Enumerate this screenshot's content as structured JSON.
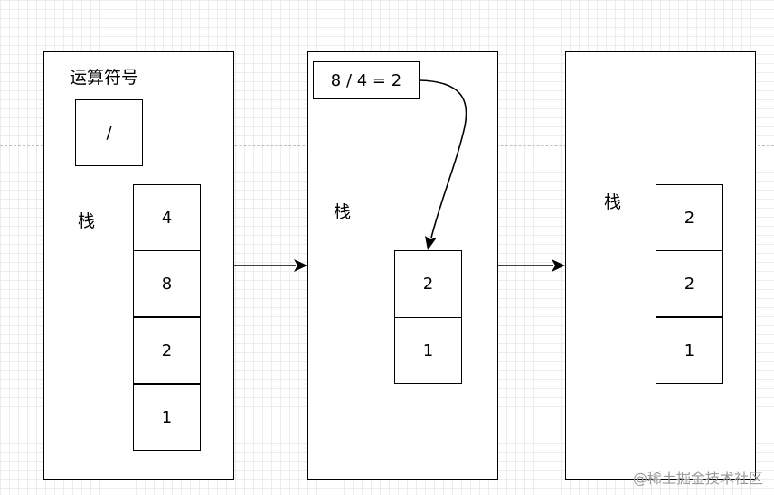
{
  "panel1": {
    "operator_label": "运算符号",
    "operator_value": "/",
    "stack_label": "栈",
    "stack": [
      "4",
      "8",
      "2",
      "1"
    ]
  },
  "panel2": {
    "expression": "8 / 4 = 2",
    "stack_label": "栈",
    "stack": [
      "2",
      "1"
    ]
  },
  "panel3": {
    "stack_label": "栈",
    "stack": [
      "2",
      "2",
      "1"
    ]
  },
  "watermark": "@稀土掘金技术社区"
}
